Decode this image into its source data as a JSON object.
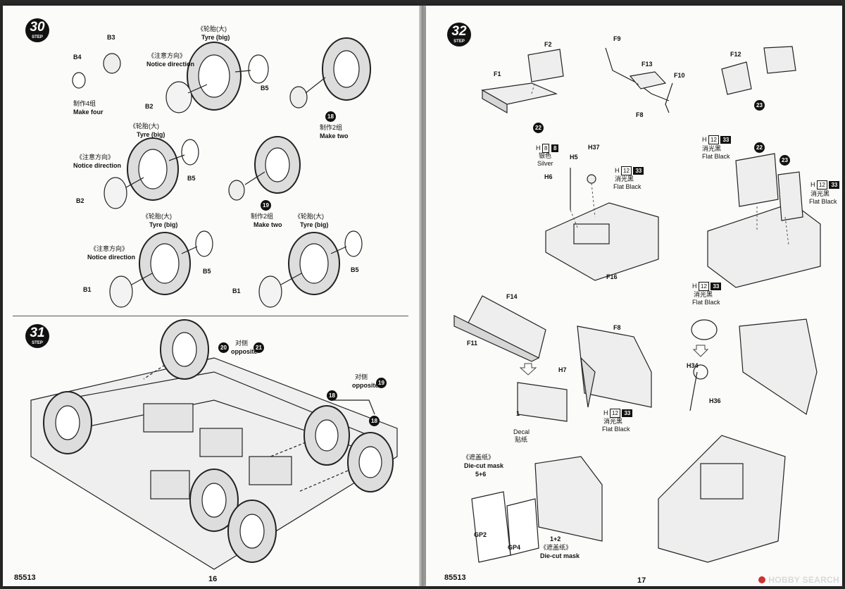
{
  "left_page": {
    "product_code": "85513",
    "page_number": "16",
    "step30": {
      "number": "30",
      "step_word": "STEP",
      "b3": "B3",
      "b4": "B4",
      "make_four_cn": "制作4组",
      "make_four_en": "Make four",
      "tyre_big_cn": "《轮胎(大)",
      "tyre_big_en": "Tyre (big)",
      "notice_cn": "《注意方向》",
      "notice_en": "Notice direction",
      "b2": "B2",
      "b5": "B5",
      "make_two_cn": "制作2组",
      "make_two_en": "Make two",
      "badge18": "18",
      "badge19": "19",
      "tyre2_cn": "《轮胎(大)",
      "tyre2_en": "Tyre (big)",
      "notice2_cn": "《注意方向》",
      "notice2_en": "Notice direction",
      "b2b": "B2",
      "b5b": "B5",
      "make_two2_cn": "制作2组",
      "make_two2_en": "Make two",
      "tyre3_cn": "《轮胎(大)",
      "tyre3_en": "Tyre (big)",
      "tyre4_cn": "《轮胎(大)",
      "tyre4_en": "Tyre (big)",
      "notice3_cn": "《注意方向》",
      "notice3_en": "Notice direction",
      "b1": "B1",
      "b5c": "B5",
      "b1b": "B1",
      "b5d": "B5"
    },
    "step31": {
      "number": "31",
      "step_word": "STEP",
      "badge20": "20",
      "badge21": "21",
      "badge18a": "18",
      "badge18b": "18",
      "badge19": "19",
      "opposite_cn": "对侧",
      "opposite_en": "opposite",
      "opposite2_cn": "对侧",
      "opposite2_en": "opposite"
    }
  },
  "right_page": {
    "product_code": "85513",
    "page_number": "17",
    "step32": {
      "number": "32",
      "step_word": "STEP",
      "f1": "F1",
      "f2": "F2",
      "f9": "F9",
      "f13": "F13",
      "f10": "F10",
      "f8": "F8",
      "f12": "F12",
      "badge22": "22",
      "badge23": "23",
      "h8_letter": "H",
      "h8_code": "8",
      "h8_num": "8",
      "silver_cn": "银色",
      "silver_en": "Silver",
      "h37": "H37",
      "h5": "H5",
      "h6": "H6",
      "h12_letter": "H",
      "h12_code": "12",
      "h12_num": "33",
      "flat_black_cn": "消光黑",
      "flat_black_en": "Flat Black",
      "f16": "F16",
      "h12b_letter": "H",
      "h12b_code": "12",
      "h12b_num": "33",
      "flat_black2_cn": "消光黑",
      "flat_black2_en": "Flat Black",
      "badge22b": "22",
      "badge23b": "23",
      "h12c_letter": "H",
      "h12c_code": "12",
      "h12c_num": "33",
      "flat_black3_cn": "消光黑",
      "flat_black3_en": "Flat Black",
      "f14": "F14",
      "f11": "F11",
      "f8b": "F8",
      "h7": "H7",
      "decal_num": "1",
      "decal_en": "Decal",
      "decal_cn": "贴纸",
      "h12d_letter": "H",
      "h12d_code": "12",
      "h12d_num": "33",
      "flat_black4_cn": "消光黑",
      "flat_black4_en": "Flat Black",
      "h12e_letter": "H",
      "h12e_code": "12",
      "h12e_num": "33",
      "flat_black5_cn": "消光黑",
      "flat_black5_en": "Flat Black",
      "h34": "H34",
      "h36": "H36",
      "mask_cn": "《遮盖纸》",
      "mask_en": "Die-cut mask",
      "mask_nums": "5+6",
      "gp2": "GP2",
      "gp4": "GP4",
      "mask2_nums": "1+2",
      "mask2_cn": "《遮盖纸》",
      "mask2_en": "Die-cut mask"
    }
  },
  "watermark": {
    "text": "HOBBY SEARCH",
    "dot_color": "#c33333"
  }
}
